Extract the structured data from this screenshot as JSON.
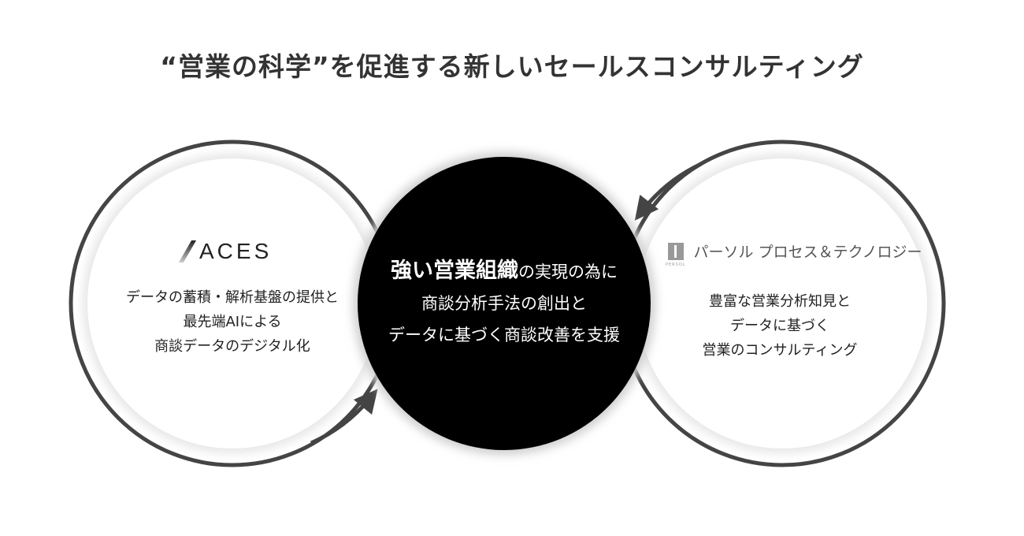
{
  "title": "“営業の科学”を促進する新しいセールスコンサルティング",
  "left": {
    "logo_text": "ACES",
    "lines": [
      "データの蓄積・解析基盤の提供と",
      "最先端AIによる",
      "商談データのデジタル化"
    ]
  },
  "center": {
    "line1_strong": "強い営業組織",
    "line1_rest": "の実現の為に",
    "line2": "商談分析手法の創出と",
    "line3": "データに基づく商談改善を支援"
  },
  "right": {
    "logo_small": "PERSOL",
    "logo_text": "パーソル プロセス＆テクノロジー",
    "lines": [
      "豊富な営業分析知見と",
      "データに基づく",
      "営業のコンサルティング"
    ]
  },
  "colors": {
    "ring": "#444444",
    "center": "#000000",
    "title": "#333333"
  }
}
